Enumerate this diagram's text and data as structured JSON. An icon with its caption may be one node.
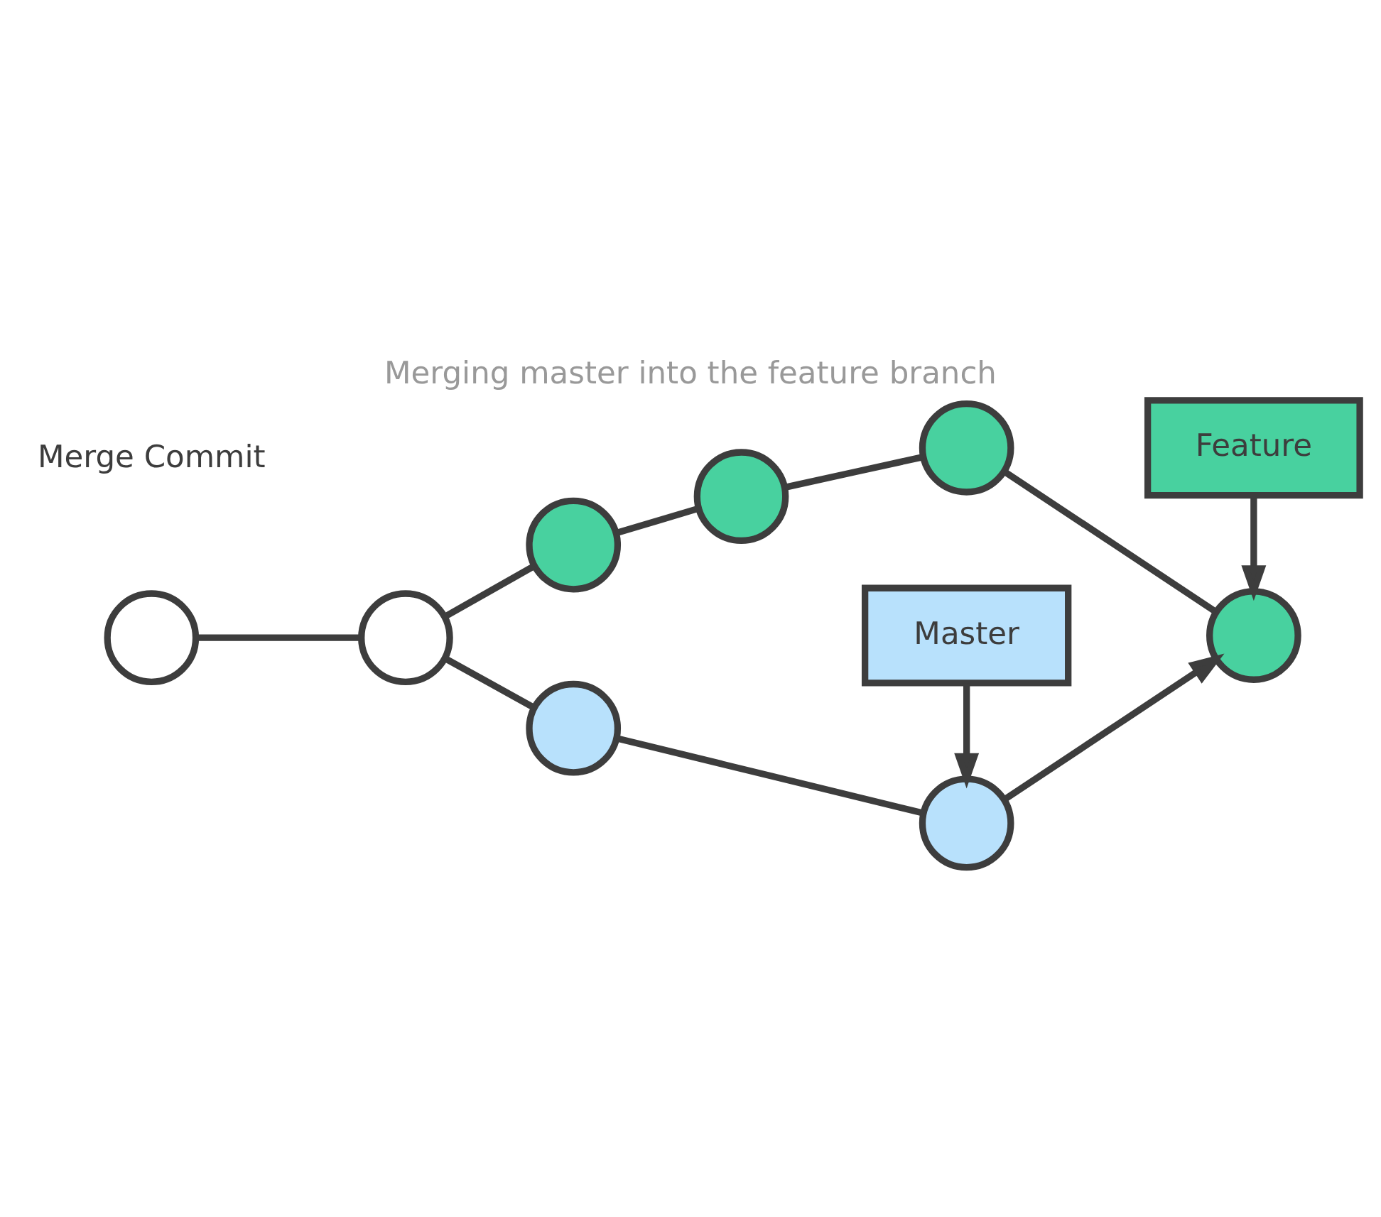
{
  "diagram": {
    "title": "Merging master into the feature branch",
    "nodes": [
      {
        "text": [],
        "shape": "circle"
      },
      {
        "text": [],
        "shape": "circle"
      },
      {
        "text": [],
        "shape": "circle"
      },
      {
        "text": [],
        "shape": "circle"
      },
      {
        "text": [],
        "shape": "circle"
      },
      {
        "text": [],
        "shape": "circle"
      },
      {
        "text": [],
        "shape": "circle"
      },
      {
        "text": [],
        "shape": "circle"
      },
      {
        "text": [
          "Feature"
        ]
      },
      {
        "text": [
          "Master"
        ]
      }
    ],
    "edges": [
      {
        "from": 0,
        "to": 1,
        "arrow": "none"
      },
      {
        "from": 1,
        "to": 2,
        "arrow": "none"
      },
      {
        "from": 2,
        "to": 3,
        "arrow": "none"
      },
      {
        "from": 3,
        "to": 4,
        "arrow": "none"
      },
      {
        "from": 4,
        "to": 5,
        "arrow": "none"
      },
      {
        "from": 1,
        "to": 6,
        "arrow": "none"
      },
      {
        "from": 6,
        "to": 7,
        "arrow": "none"
      },
      {
        "from": 7,
        "to": 5,
        "arrow": "to"
      },
      {
        "from": 8,
        "to": 5,
        "arrow": "to"
      },
      {
        "from": 9,
        "to": 7,
        "arrow": "to"
      }
    ],
    "legend": [
      {
        "text": "Merge Commit"
      }
    ]
  }
}
